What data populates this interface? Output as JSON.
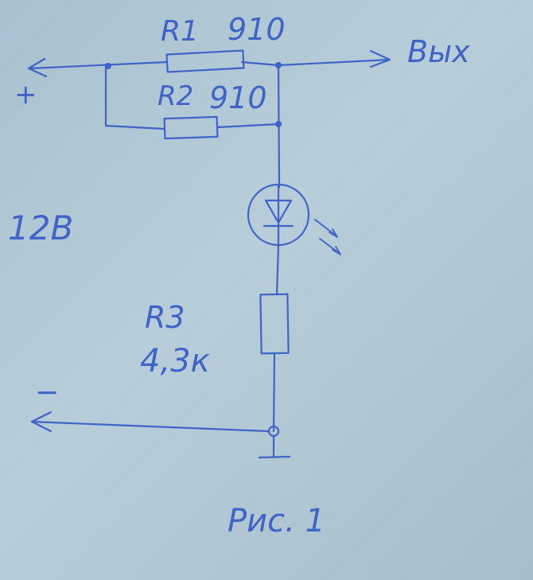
{
  "labels": {
    "r1_name": "R1",
    "r1_value": "910",
    "r2_name": "R2",
    "r2_value": "910",
    "output": "Вых",
    "plus": "+",
    "minus": "−",
    "supply": "12В",
    "r3_name": "R3",
    "r3_value": "4,3к",
    "caption": "Рис. 1"
  },
  "colors": {
    "ink": "#3f63c7",
    "paper": "#b3c9d6"
  },
  "icons": {
    "led": "led-icon",
    "resistor": "resistor-icon",
    "arrow": "arrow-icon"
  }
}
